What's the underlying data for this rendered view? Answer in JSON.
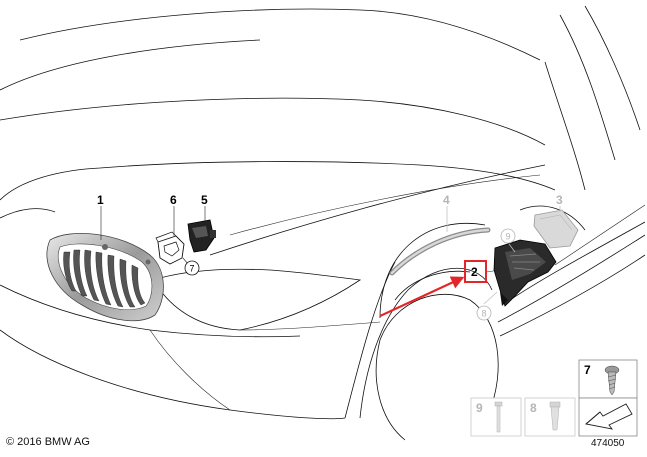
{
  "callouts": {
    "c1": "1",
    "c2": "2",
    "c3": "3",
    "c4": "4",
    "c5": "5",
    "c6": "6",
    "c7": "7",
    "c8": "8",
    "c9": "9"
  },
  "legend": {
    "box7": "7",
    "box8": "8",
    "box9": "9"
  },
  "footer": {
    "copyright": "© 2016 BMW AG",
    "diagram_id": "474050"
  },
  "colors": {
    "highlight": "#e3262a",
    "line": "#111111",
    "grey": "#b5b5b5"
  }
}
